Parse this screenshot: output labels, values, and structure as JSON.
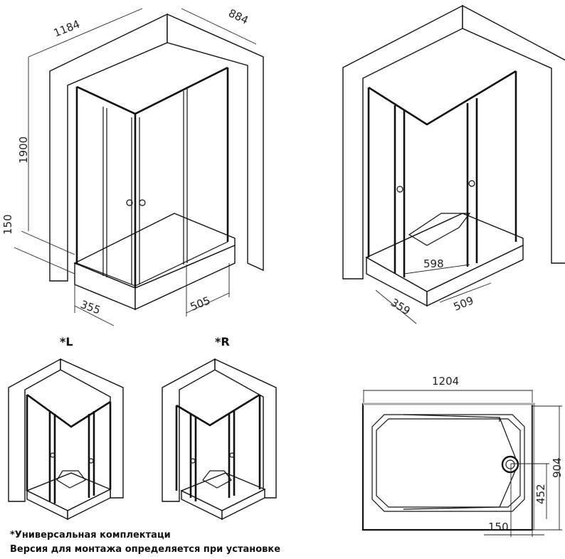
{
  "views": {
    "main_iso": {
      "width": "1184",
      "depth": "884",
      "height": "1900",
      "tray_height": "150",
      "door_left": "355",
      "door_right": "505"
    },
    "right_iso": {
      "opening": "598",
      "side_left": "359",
      "side_right": "509"
    },
    "left_version": {
      "label": "*L"
    },
    "right_version": {
      "label": "*R"
    },
    "tray_plan": {
      "width": "1204",
      "depth": "904",
      "drain_y": "452",
      "drain_x": "150"
    }
  },
  "footnote": {
    "line1": "*Универсальная комплектаци",
    "line2": "Версия для монтажа определяется при установке"
  }
}
